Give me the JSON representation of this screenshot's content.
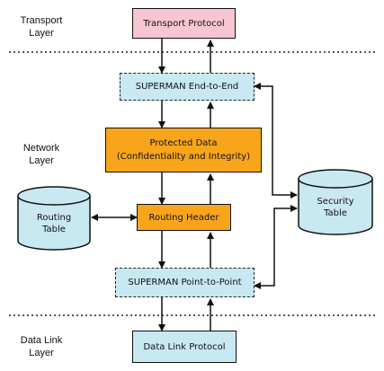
{
  "layers": {
    "transport": "Transport\nLayer",
    "network": "Network\nLayer",
    "datalink": "Data Link\nLayer"
  },
  "boxes": {
    "transport_protocol": "Transport Protocol",
    "superman_end_to_end": "SUPERMAN End-to-End",
    "protected_data": "Protected Data\n(Confidentiality and Integrity)",
    "routing_header": "Routing Header",
    "superman_point_to_point": "SUPERMAN Point-to-Point",
    "data_link_protocol": "Data Link Protocol"
  },
  "stores": {
    "routing_table": "Routing\nTable",
    "security_table": "Security\nTable"
  },
  "colors": {
    "transport_fill": "#f7c6d2",
    "superman_fill": "#c8e8f2",
    "core_fill": "#f8a51c",
    "store_fill": "#c8e8f2",
    "datalink_fill": "#c8e8f2"
  }
}
